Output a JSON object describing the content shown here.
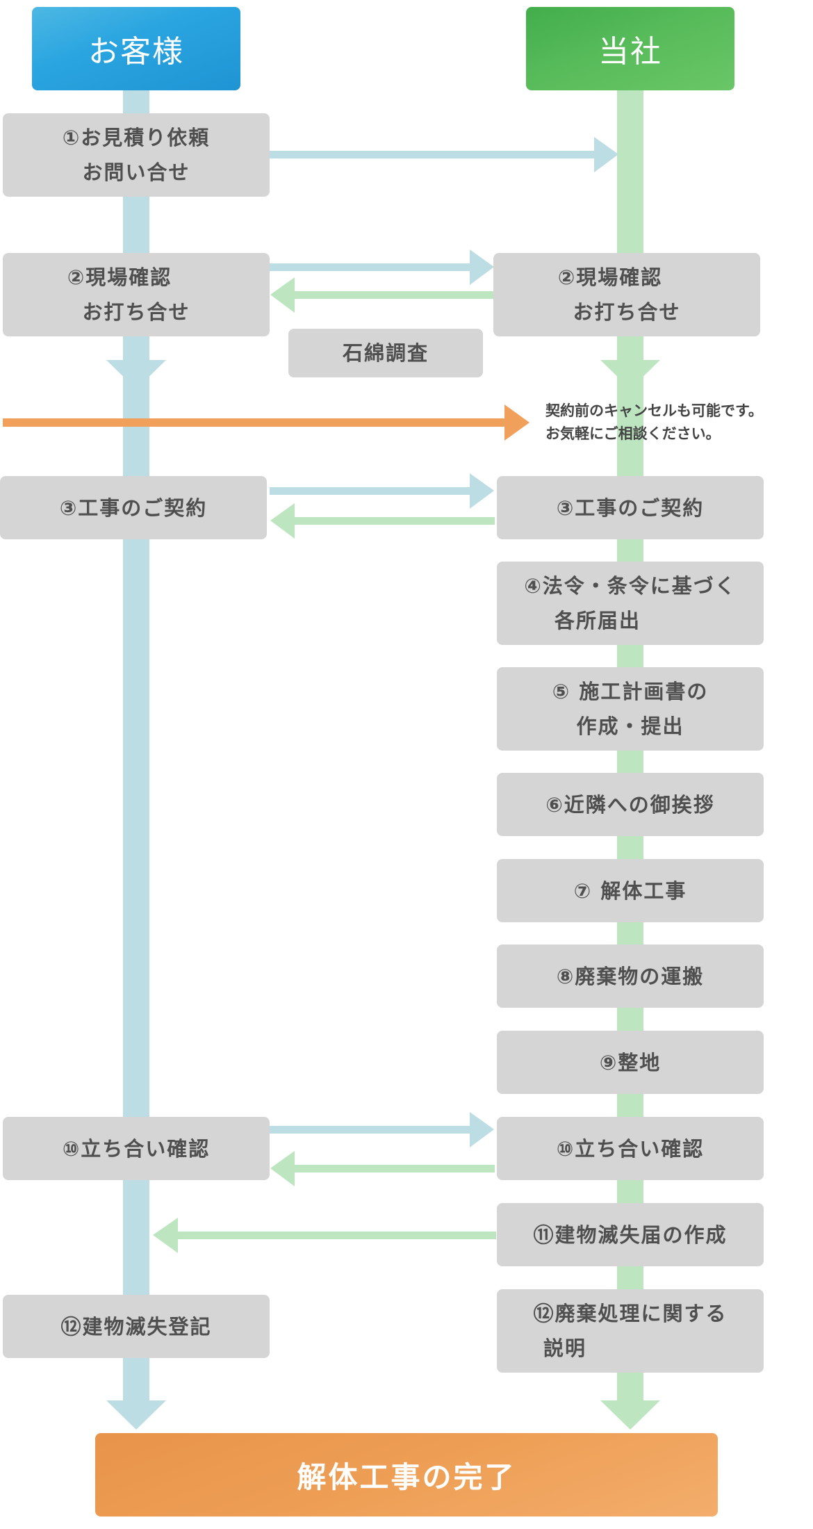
{
  "headers": {
    "customer": "お客様",
    "company": "当社"
  },
  "customer_steps": {
    "s1": [
      "①お見積り依頼",
      "お問い合せ"
    ],
    "s2": [
      "②現場確認",
      "お打ち合せ"
    ],
    "s3": "③工事のご契約",
    "s10": "⑩立ち合い確認",
    "s12": "⑫建物滅失登記"
  },
  "middle": {
    "asbestos": "石綿調査"
  },
  "company_steps": {
    "s2": [
      "②現場確認",
      "お打ち合せ"
    ],
    "s3": "③工事のご契約",
    "s4": [
      "④法令・条令に基づく",
      "各所届出"
    ],
    "s5": [
      "⑤ 施工計画書の",
      "作成・提出"
    ],
    "s6": "⑥近隣への御挨拶",
    "s7": "⑦ 解体工事",
    "s8": "⑧廃棄物の運搬",
    "s9": "⑨整地",
    "s10": "⑩立ち合い確認",
    "s11": "⑪建物滅失届の作成",
    "s12": [
      "⑫廃棄処理に関する",
      "説明"
    ]
  },
  "cancel_note": [
    "契約前のキャンセルも可能です。",
    "お気軽にご相談ください。"
  ],
  "final": "解体工事の完了",
  "colors": {
    "customer_header": "#2aa5e0",
    "company_header": "#57bb5a",
    "customer_lane": "#bcdde3",
    "company_lane": "#bde6c0",
    "cancel_arrow": "#f0a05a",
    "step_box": "#d5d5d5",
    "final_box": "#ee9f55"
  }
}
